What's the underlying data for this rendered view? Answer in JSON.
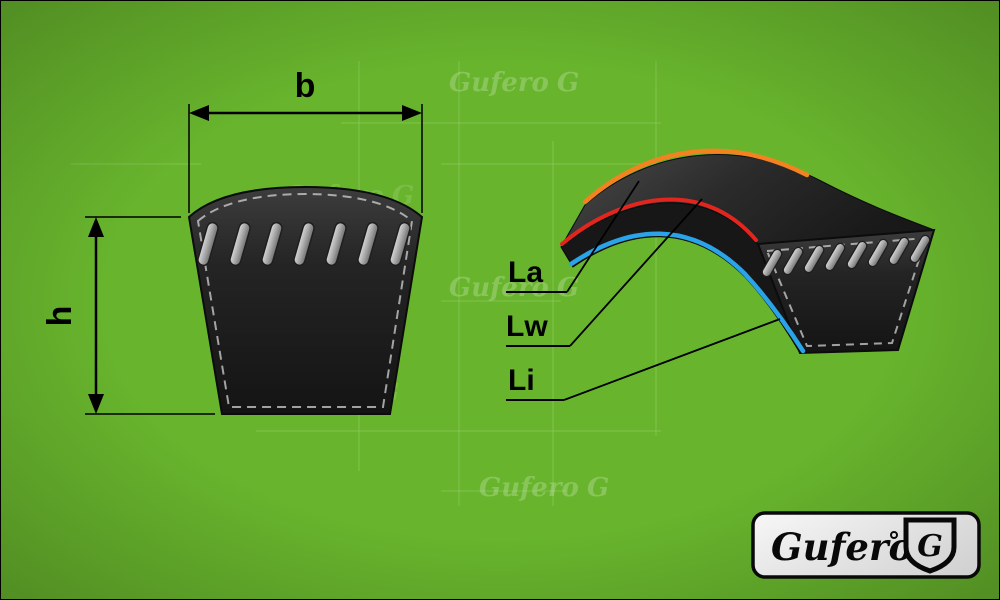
{
  "canvas": {
    "background": "#68b52d",
    "border": "#000000"
  },
  "left_view": {
    "width_label": "b",
    "height_label": "h"
  },
  "right_view": {
    "labels": [
      {
        "id": "la",
        "text": "La",
        "line_color": "#f58220"
      },
      {
        "id": "lw",
        "text": "Lw",
        "line_color": "#e2261d"
      },
      {
        "id": "li",
        "text": "Li",
        "line_color": "#2ba3e8"
      }
    ]
  },
  "logo": {
    "brand": "Gufero",
    "monogram": "G"
  },
  "watermark": {
    "brand": "Gufero",
    "monogram": "G"
  }
}
